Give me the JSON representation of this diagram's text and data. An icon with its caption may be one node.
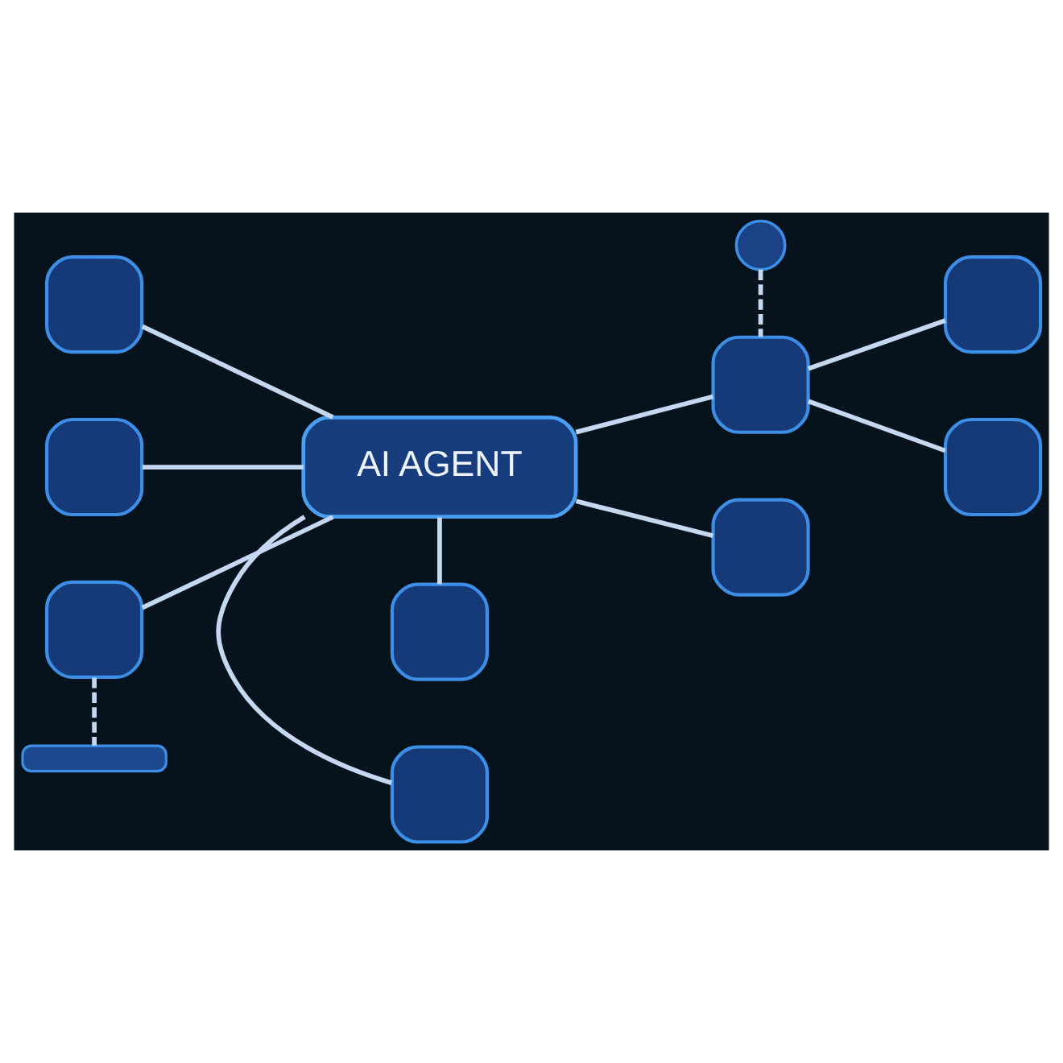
{
  "diagram": {
    "nodes": [
      {
        "text": [],
        "shape": "circle"
      },
      {
        "text": [],
        "shape": "box"
      },
      {
        "text": [],
        "shape": "box"
      },
      {
        "text": [],
        "shape": "box"
      },
      {
        "text": [
          "AI AGENT"
        ]
      },
      {
        "text": [],
        "shape": "box"
      },
      {
        "text": [],
        "shape": "box"
      },
      {
        "text": [],
        "shape": "box"
      },
      {
        "text": [],
        "shape": "box"
      },
      {
        "text": [],
        "shape": "box"
      },
      {
        "text": [],
        "shape": "box"
      },
      {
        "text": [],
        "shape": "bar"
      }
    ],
    "edges": [
      {
        "from": 1,
        "to": 4,
        "arrow": "none"
      },
      {
        "from": 3,
        "to": 4,
        "arrow": "none"
      },
      {
        "from": 6,
        "to": 4,
        "arrow": "none"
      },
      {
        "from": 4,
        "to": 8,
        "arrow": "none"
      },
      {
        "from": 4,
        "to": 9,
        "arrow": "none"
      },
      {
        "from": 4,
        "to": 10,
        "arrow": "none"
      },
      {
        "from": 4,
        "to": 5,
        "arrow": "none"
      },
      {
        "from": 0,
        "to": 5,
        "arrow": "none",
        "style": "dashed"
      },
      {
        "from": 5,
        "to": 2,
        "arrow": "none"
      },
      {
        "from": 5,
        "to": 7,
        "arrow": "none"
      },
      {
        "from": 6,
        "to": 11,
        "arrow": "none",
        "style": "dashed"
      }
    ]
  }
}
